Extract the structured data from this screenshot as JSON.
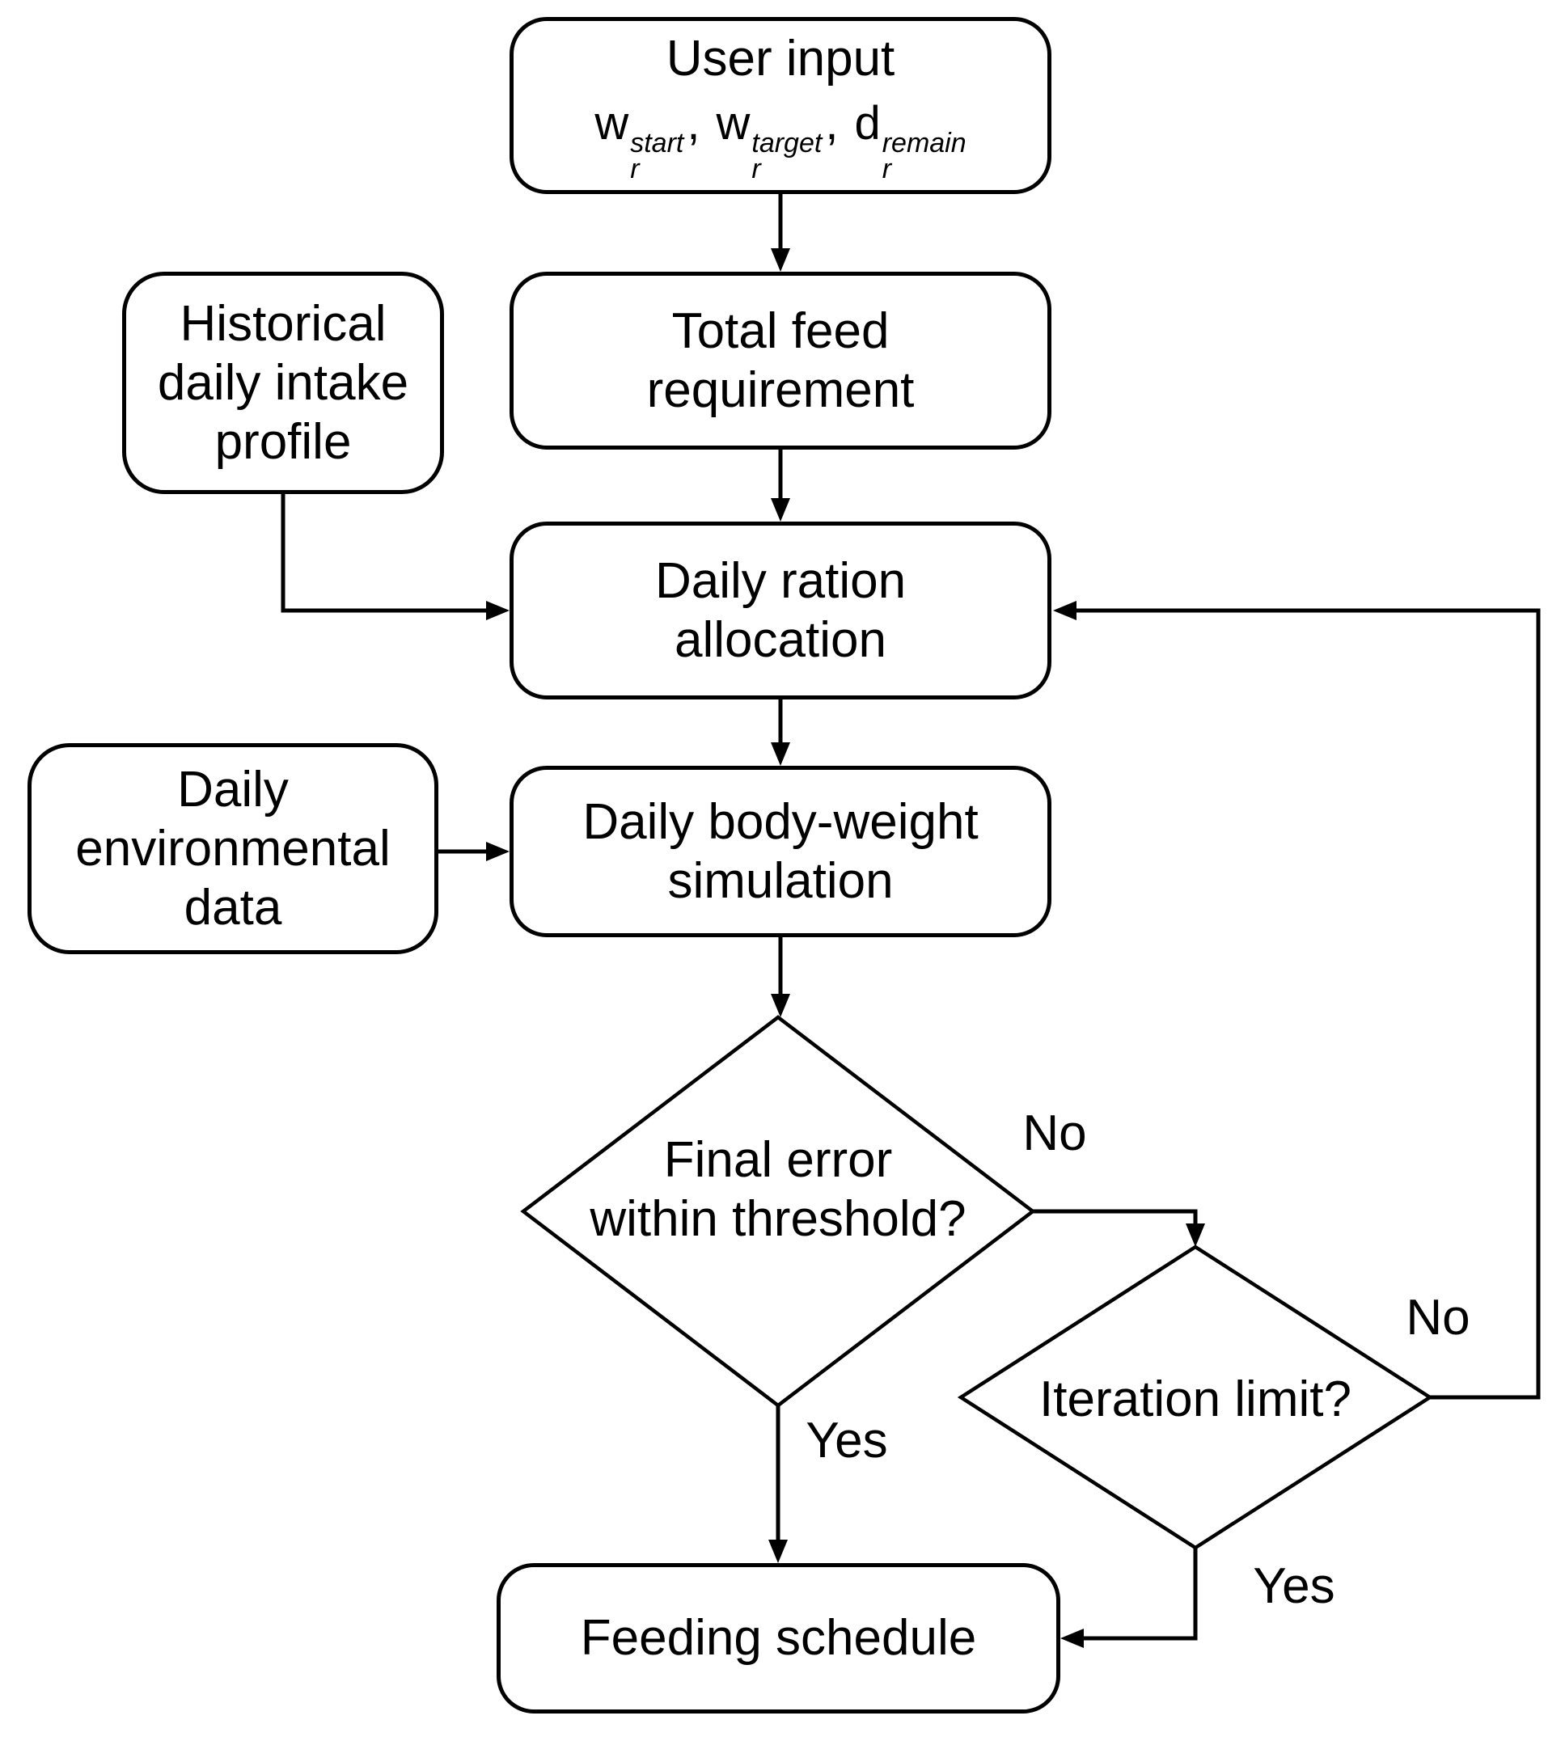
{
  "colors": {
    "stroke": "#000000",
    "background": "#ffffff"
  },
  "nodes": {
    "user_input": {
      "title": "User input",
      "formula": {
        "t1": {
          "base": "w",
          "sup": "start",
          "sub": "r"
        },
        "sep1": ",",
        "t2": {
          "base": "w",
          "sup": "target",
          "sub": "r"
        },
        "sep2": ",",
        "t3": {
          "base": "d",
          "sup": "remain",
          "sub": "r"
        }
      }
    },
    "total_feed": {
      "line1": "Total feed",
      "line2": "requirement"
    },
    "historical": {
      "line1": "Historical",
      "line2": "daily intake",
      "line3": "profile"
    },
    "daily_ration": {
      "line1": "Daily ration",
      "line2": "allocation"
    },
    "env_data": {
      "line1": "Daily",
      "line2": "environmental",
      "line3": "data"
    },
    "simulation": {
      "line1": "Daily body-weight",
      "line2": "simulation"
    },
    "final_error": {
      "line1": "Final error",
      "line2": "within threshold?"
    },
    "iteration_limit": {
      "label": "Iteration limit?"
    },
    "feeding_schedule": {
      "label": "Feeding schedule"
    }
  },
  "edge_labels": {
    "final_error_no": "No",
    "final_error_yes": "Yes",
    "iteration_no": "No",
    "iteration_yes": "Yes"
  }
}
